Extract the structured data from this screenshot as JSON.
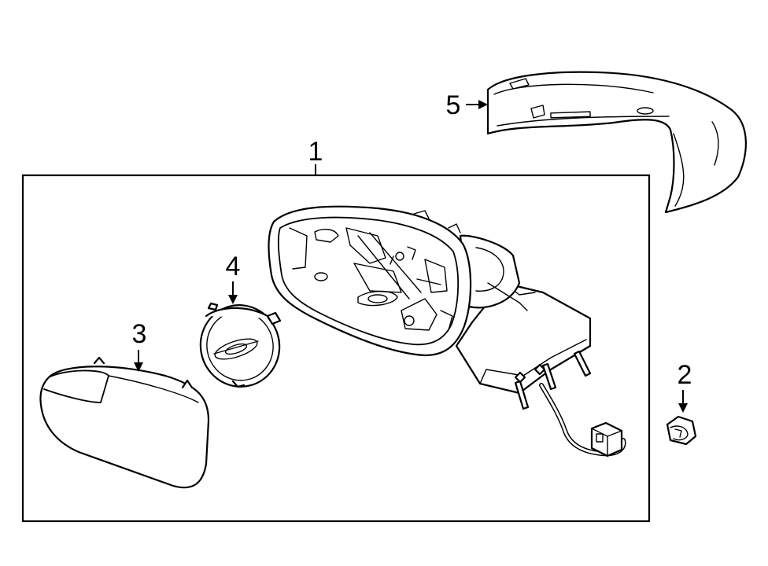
{
  "callouts": {
    "assembly": "1",
    "cap": "2",
    "glass": "3",
    "motor": "4",
    "cover": "5"
  }
}
